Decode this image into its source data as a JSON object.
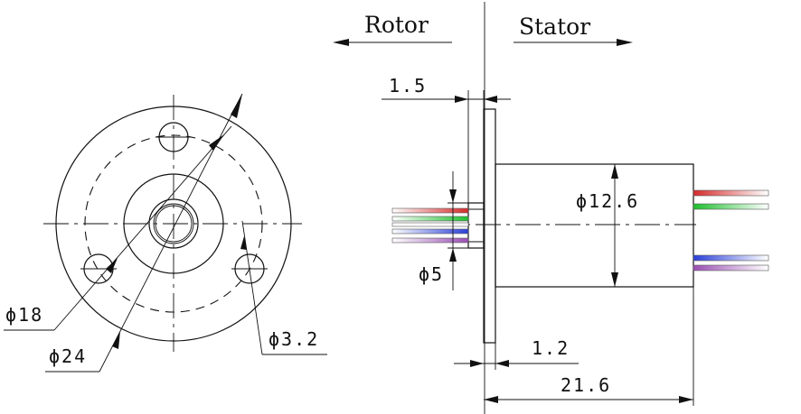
{
  "labels": {
    "rotor": "Rotor",
    "stator": "Stator",
    "dim_flange_thickness": "1.5",
    "dim_body_diameter": "ϕ12.6",
    "dim_shaft_diameter": "ϕ5",
    "dim_gap": "1.2",
    "dim_total_length": "21.6",
    "dim_bore": "ϕ18",
    "dim_flange_diameter": "ϕ24",
    "dim_hole": "ϕ3.2"
  },
  "wire_colors": {
    "red": "#d42a2a",
    "green": "#1fbf2f",
    "blue": "#2a3fd8",
    "purple": "#9a4fb4"
  }
}
